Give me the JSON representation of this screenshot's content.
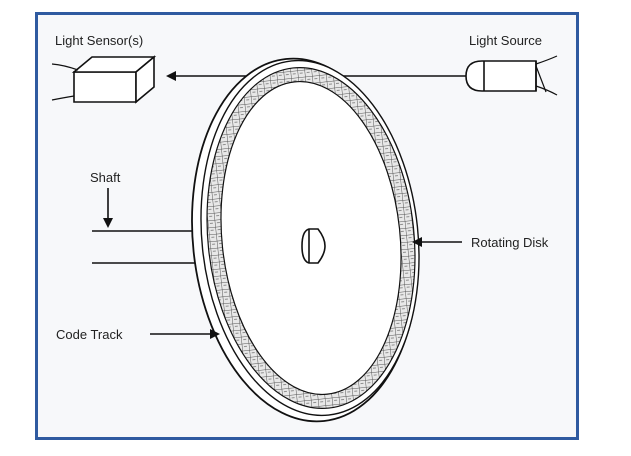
{
  "labels": {
    "light_sensor": "Light Sensor(s)",
    "light_source": "Light Source",
    "shaft": "Shaft",
    "rotating_disk": "Rotating Disk",
    "code_track": "Code Track"
  },
  "colors": {
    "frame_border": "#2f5aa0",
    "line": "#111111",
    "background": "#f7f8fa"
  }
}
